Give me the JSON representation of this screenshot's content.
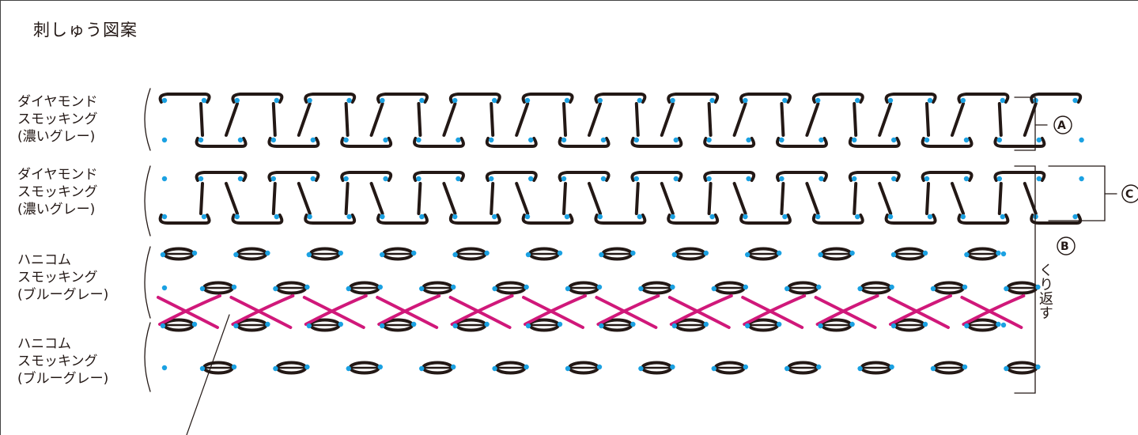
{
  "title": "刺しゅう図案",
  "rows": [
    {
      "lines": [
        "ダイヤモンド",
        "スモッキング",
        "(濃いグレー)"
      ]
    },
    {
      "lines": [
        "ダイヤモンド",
        "スモッキング",
        "(濃いグレー)"
      ]
    },
    {
      "lines": [
        "ハニコム",
        "スモッキング",
        "(ブルーグレー)"
      ]
    },
    {
      "lines": [
        "ハニコム",
        "スモッキング",
        "(ブルーグレー)"
      ]
    }
  ],
  "markers": {
    "a": "A",
    "b": "B",
    "c": "C"
  },
  "repeat_text": "くり返す",
  "colors": {
    "thread": "#231815",
    "dot": "#1ba1e2",
    "cross": "#d0187a",
    "text": "#231815"
  }
}
